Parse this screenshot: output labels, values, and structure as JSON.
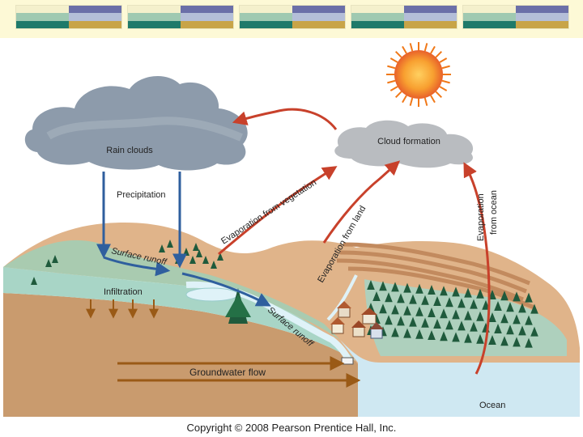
{
  "header": {
    "tile_count": 5,
    "tile_colors": {
      "top_left": "#f4f0cc",
      "top_right": "#6b6fa8",
      "mid_left": "#9fc9b1",
      "mid_right": "#b4bed8",
      "bottom_left": "#1f7a6a",
      "bottom_right": "#c8a448"
    }
  },
  "labels": {
    "rain_clouds": "Rain clouds",
    "cloud_formation": "Cloud formation",
    "precipitation": "Precipitation",
    "evaporation_vegetation": "Evaporation from vegetation",
    "evaporation_land": "Evaporation from land",
    "evaporation_ocean_line1": "Evaporation",
    "evaporation_ocean_line2": "from ocean",
    "surface_runoff_upper": "Surface runoff",
    "surface_runoff_lower": "Surface runoff",
    "infiltration": "Infiltration",
    "groundwater_flow": "Groundwater flow",
    "ocean": "Ocean"
  },
  "copyright": "Copyright © 2008 Pearson Prentice Hall, Inc.",
  "colors": {
    "red_arrow": "#c8412b",
    "blue_arrow": "#2f5f9e",
    "brown_arrow": "#9a5a16",
    "land": "#d9aa80",
    "subsoil": "#c69a6c",
    "groundwater_zone": "#a9d6c8",
    "ocean": "#cfe8f2",
    "sun": "#f07818",
    "cloud_dark": "#8d9bab",
    "cloud_light": "#b9bcc0",
    "tree": "#1f5a3c"
  },
  "icons": {
    "sun": "sun-icon",
    "rain_cloud": "rain-cloud-icon",
    "formation_cloud": "cloud-icon",
    "houses": "house-icon",
    "trees": "pine-tree-icon"
  }
}
